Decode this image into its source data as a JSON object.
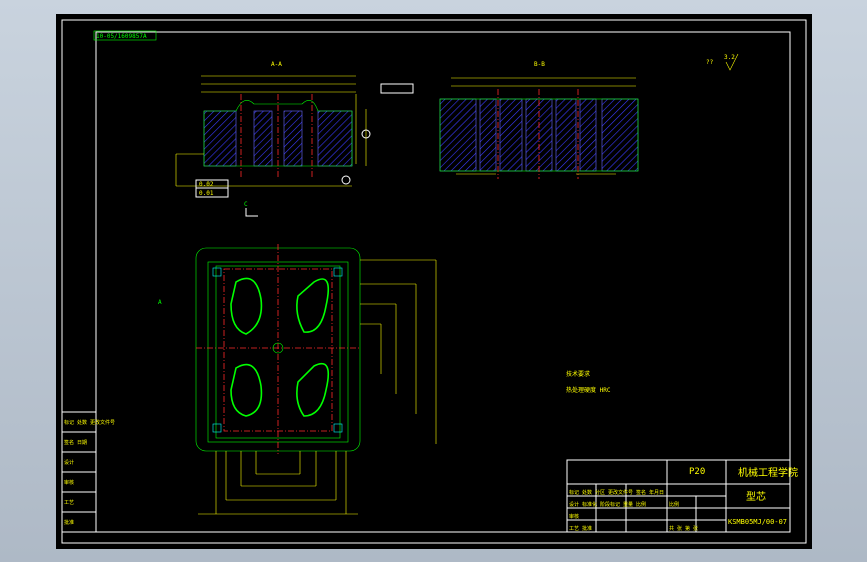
{
  "window": {
    "background": "#000000",
    "frame_color": "#ffffff"
  },
  "drawing": {
    "top_left_tag": "10-05/1609857A",
    "section_a_label": "A-A",
    "section_b_label": "B-B",
    "view_c_label": "C",
    "view_a_label": "A",
    "roughness_mark": "??",
    "roughness_value": "3.2",
    "dim_tol_1": "0.02",
    "dim_tol_2": "0.01",
    "geom_tol_box_1": "// 0.02 A",
    "geom_tol_box_2": "⊥ 0.01 B",
    "tech_req_title": "技术要求",
    "tech_req_line": "热处理硬度 HRC",
    "side_table": [
      "标记 处数 更改文件号",
      "签名 日期",
      "设计",
      "审核",
      "工艺",
      "批准"
    ]
  },
  "title_block": {
    "material": "P20",
    "school": "机械工程学院",
    "part_name": "型芯",
    "drawing_no": "KSMB05MJ/00-07",
    "scale_label": "比例",
    "sheet_label": "共 张 第 张",
    "rows": [
      "标记 处数 分区 更改文件号 签名 年月日",
      "设计 标准化 阶段标记 重量 比例",
      "审核",
      "工艺 批准"
    ]
  },
  "colors": {
    "outline": "#00ff00",
    "centerline": "#ff2a2a",
    "dimension": "#ffff00",
    "hatch": "#3a3aff",
    "frame": "#ffffff",
    "highlight": "#00ffff"
  }
}
